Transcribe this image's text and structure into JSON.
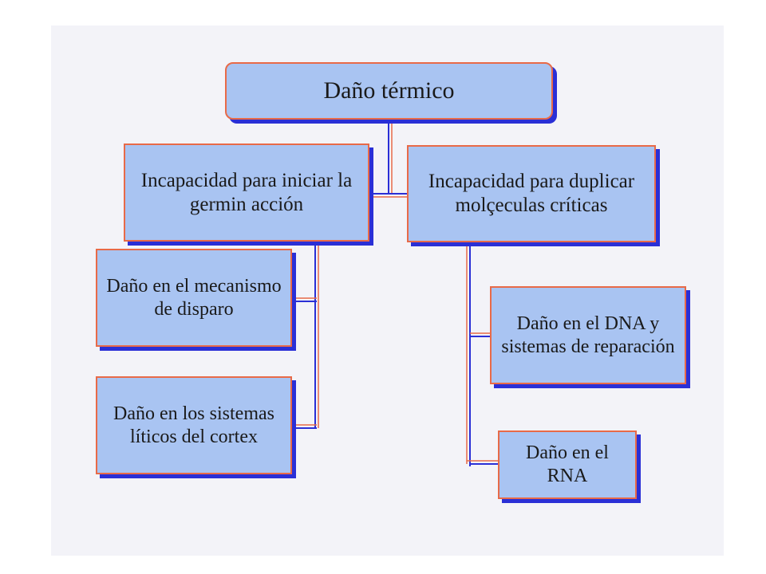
{
  "diagram": {
    "root": {
      "label": "Daño térmico"
    },
    "left_branch": {
      "label": "Incapacidad para iniciar la germin acción",
      "children": [
        {
          "label": "Daño en el mecanismo de disparo"
        },
        {
          "label": "Daño en los sistemas líticos del cortex"
        }
      ]
    },
    "right_branch": {
      "label": "Incapacidad para duplicar molçeculas críticas",
      "children": [
        {
          "label": "Daño en el DNA y sistemas de reparación"
        },
        {
          "label": "Daño en el RNA"
        }
      ]
    }
  },
  "colors": {
    "box_fill": "#a9c4f2",
    "box_border": "#e86a48",
    "box_shadow": "#2a2fd6",
    "connector_blue": "#2a2fd6",
    "connector_orange": "#e86a48"
  }
}
